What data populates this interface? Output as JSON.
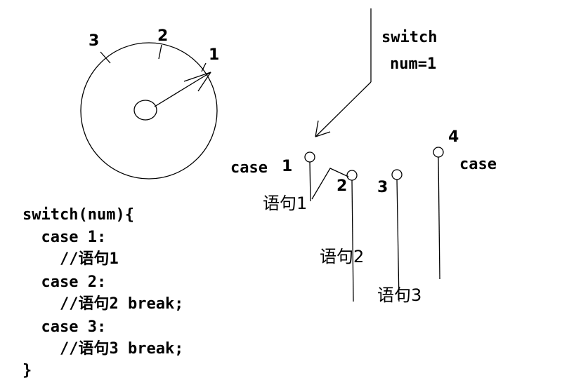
{
  "dial": {
    "tick_labels": [
      "1",
      "2",
      "3"
    ]
  },
  "switch_label": {
    "line1": "switch",
    "line2": "num=1"
  },
  "rails": {
    "case1": {
      "label": "case",
      "number": "1",
      "statement": "语句1"
    },
    "case2": {
      "number": "2",
      "statement": "语句2"
    },
    "case3": {
      "number": "3",
      "statement": "语句3"
    },
    "case4": {
      "number": "4",
      "label": "case"
    }
  },
  "code": {
    "lines": [
      "switch(num){",
      "  case 1:",
      "    //语句1",
      "  case 2:",
      "    //语句2 break;",
      "  case 3:",
      "    //语句3 break;",
      "}"
    ]
  }
}
